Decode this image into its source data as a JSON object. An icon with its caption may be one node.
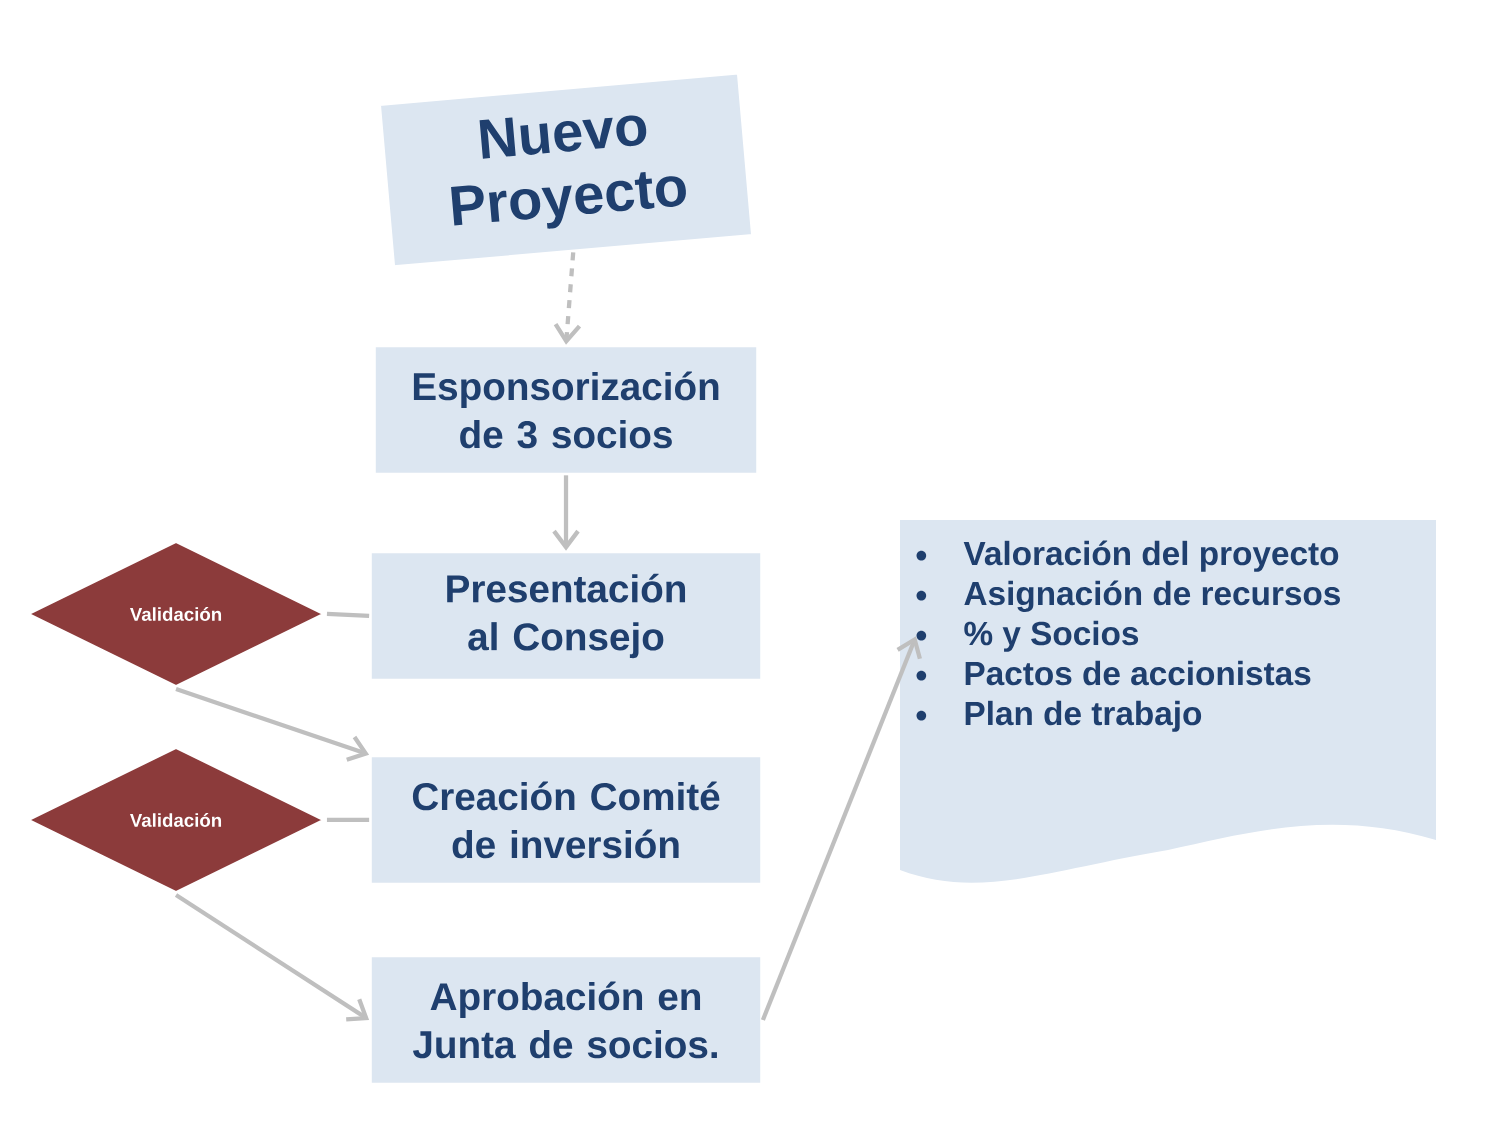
{
  "diagram": {
    "nodes": [
      {
        "text": [
          "Nuevo Proyecto"
        ]
      },
      {
        "text": [
          "Esponsorización de 3 socios"
        ]
      },
      {
        "text": [
          "Validación"
        ]
      },
      {
        "text": [
          "Presentación al Consejo"
        ]
      },
      {
        "text": [
          "Validación"
        ]
      },
      {
        "text": [
          "Creación Comité de inversión"
        ]
      },
      {
        "text": [
          "Aprobación en Junta de socios."
        ]
      },
      {
        "text": [
          "Valoración del proyecto",
          "Asignación de recursos",
          "% y Socios",
          "Pactos de accionistas",
          "Plan de trabajo"
        ]
      }
    ],
    "edges": [
      {
        "from": 0,
        "to": 1,
        "arrow": "to",
        "style": "dashed"
      },
      {
        "from": 1,
        "to": 3,
        "arrow": "to"
      },
      {
        "from": 2,
        "to": 3,
        "arrow": "none"
      },
      {
        "from": 2,
        "to": 5,
        "arrow": "to"
      },
      {
        "from": 4,
        "to": 5,
        "arrow": "none"
      },
      {
        "from": 4,
        "to": 6,
        "arrow": "to"
      },
      {
        "from": 6,
        "to": 7,
        "arrow": "to"
      }
    ]
  }
}
